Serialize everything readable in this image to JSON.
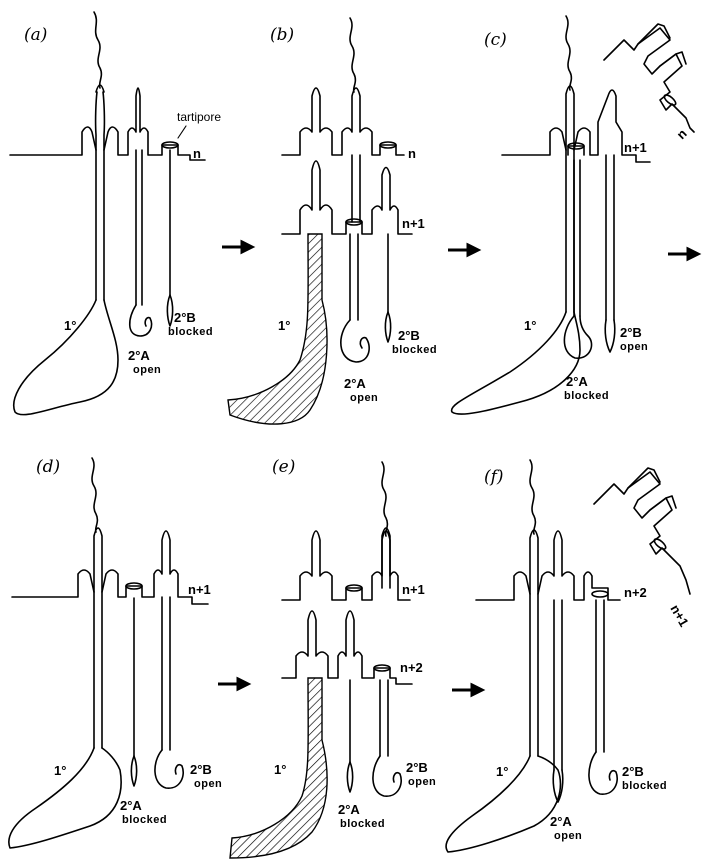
{
  "figure": {
    "annotation_tartipore": "tartipore",
    "panels": [
      {
        "id": "a",
        "label": "(a)",
        "levels": [
          "n"
        ],
        "primary": "1°",
        "secondary_a": {
          "label": "2°A",
          "state": "open"
        },
        "secondary_b": {
          "label": "2°B",
          "state": "blocked"
        }
      },
      {
        "id": "b",
        "label": "(b)",
        "levels": [
          "n",
          "n+1"
        ],
        "primary": "1°",
        "secondary_a": {
          "label": "2°A",
          "state": "open"
        },
        "secondary_b": {
          "label": "2°B",
          "state": "blocked"
        }
      },
      {
        "id": "c",
        "label": "(c)",
        "levels": [
          "n+1"
        ],
        "primary": "1°",
        "secondary_a": {
          "label": "2°A",
          "state": "blocked"
        },
        "secondary_b": {
          "label": "2°B",
          "state": "open"
        },
        "inset_label": "n"
      },
      {
        "id": "d",
        "label": "(d)",
        "levels": [
          "n+1"
        ],
        "primary": "1°",
        "secondary_a": {
          "label": "2°A",
          "state": "blocked"
        },
        "secondary_b": {
          "label": "2°B",
          "state": "open"
        }
      },
      {
        "id": "e",
        "label": "(e)",
        "levels": [
          "n+1",
          "n+2"
        ],
        "primary": "1°",
        "secondary_a": {
          "label": "2°A",
          "state": "blocked"
        },
        "secondary_b": {
          "label": "2°B",
          "state": "open"
        }
      },
      {
        "id": "f",
        "label": "(f)",
        "levels": [
          "n+2"
        ],
        "primary": "1°",
        "secondary_a": {
          "label": "2°A",
          "state": "open"
        },
        "secondary_b": {
          "label": "2°B",
          "state": "blocked"
        },
        "inset_label": "n+1"
      }
    ]
  }
}
